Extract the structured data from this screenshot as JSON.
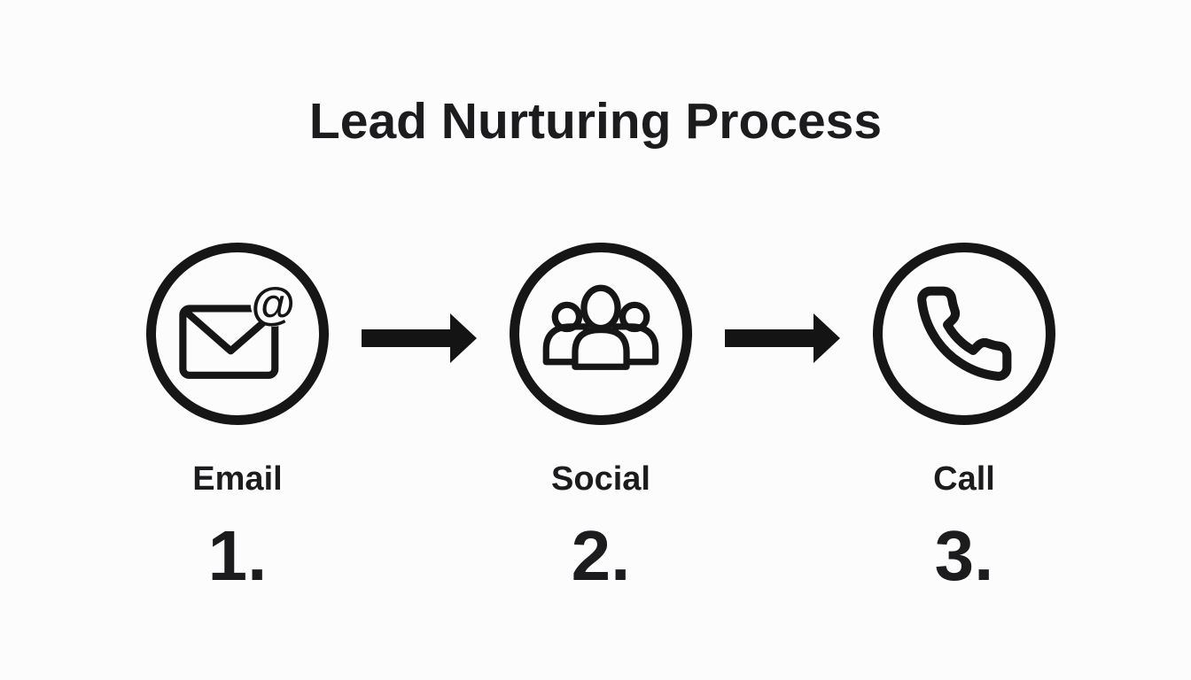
{
  "title": "Lead Nurturing Process",
  "steps": [
    {
      "label": "Email",
      "number": "1.",
      "icon": "email-at-icon"
    },
    {
      "label": "Social",
      "number": "2.",
      "icon": "people-group-icon"
    },
    {
      "label": "Call",
      "number": "3.",
      "icon": "phone-icon"
    }
  ],
  "arrows": [
    {
      "icon": "arrow-right-icon"
    },
    {
      "icon": "arrow-right-icon"
    }
  ],
  "email_at_symbol": "@",
  "colors": {
    "background": "#fcfcfc",
    "ink": "#161616",
    "text": "#1c1c1e"
  }
}
